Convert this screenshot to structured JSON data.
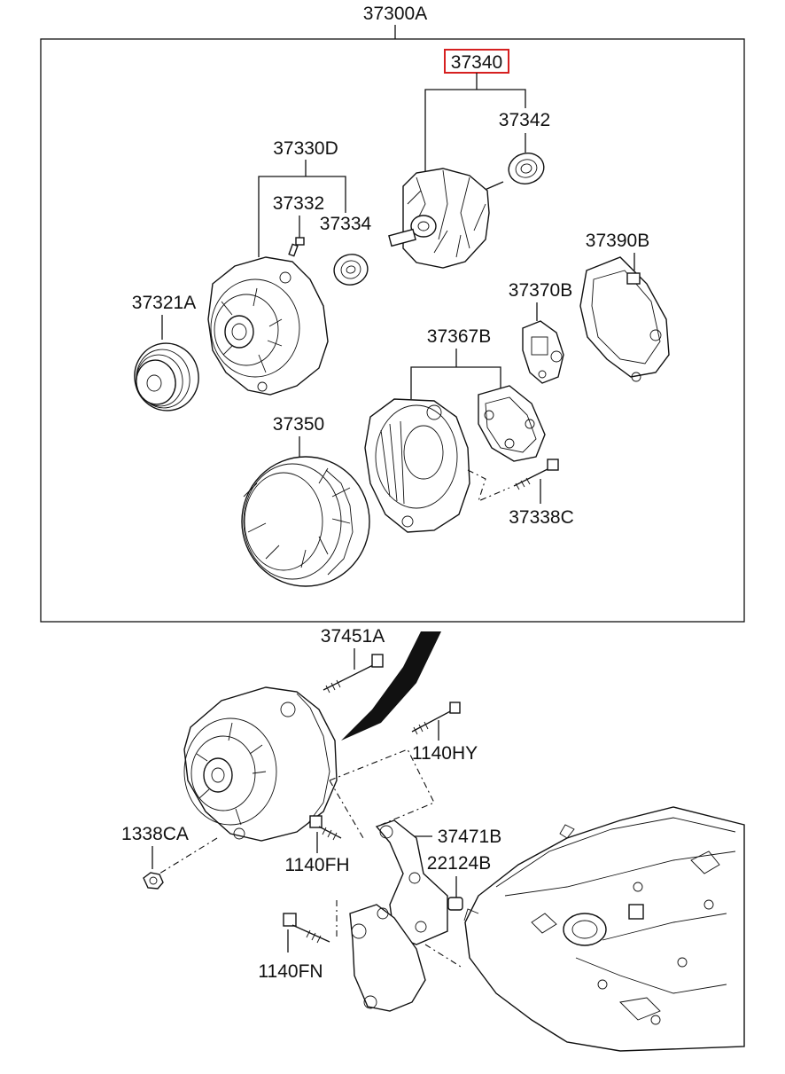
{
  "labels": {
    "assembly": "37300A",
    "rotor_assy": "37340",
    "bearing_rear": "37342",
    "front_cover_assy": "37330D",
    "bolt_front": "37332",
    "bearing_front": "37334",
    "pulley": "37321A",
    "rear_bracket_assy": "37367B",
    "regulator": "37370B",
    "rear_cover": "37390B",
    "stator": "37350",
    "through_bolt": "37338C",
    "adjust_bolt": "37451A",
    "bolt_hy": "1140HY",
    "nut": "1338CA",
    "bolt_fh": "1140FH",
    "bracket": "37471B",
    "bushing": "22124B",
    "bolt_fn": "1140FN"
  },
  "highlight": {
    "part": "37340",
    "color": "#d62020"
  }
}
